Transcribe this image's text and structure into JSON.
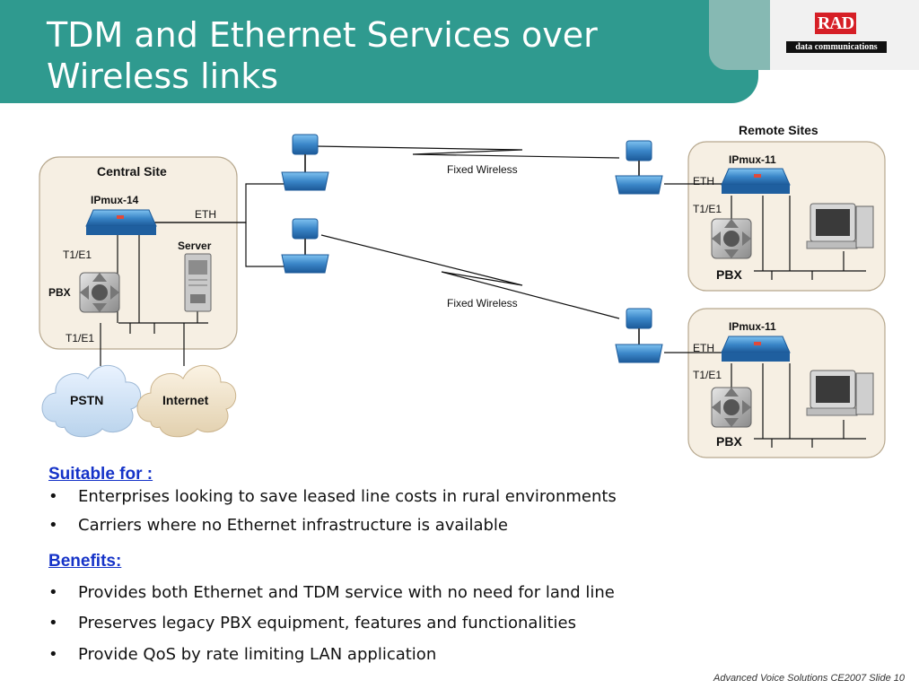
{
  "title": "TDM and Ethernet Services over Wireless links",
  "logo": {
    "brand": "RAD",
    "tagline": "data communications"
  },
  "diagram": {
    "central_site": "Central Site",
    "remote_sites": "Remote Sites",
    "ipmux14": "IPmux-14",
    "ipmux11": "IPmux-11",
    "eth": "ETH",
    "t1e1": "T1/E1",
    "server": "Server",
    "pbx": "PBX",
    "pstn": "PSTN",
    "internet": "Internet",
    "fixed_wireless": "Fixed Wireless"
  },
  "suitable": {
    "heading": "Suitable for :",
    "items": [
      "Enterprises looking to save leased line costs in rural environments",
      "Carriers where no Ethernet infrastructure is available"
    ]
  },
  "benefits": {
    "heading": "Benefits:",
    "items": [
      "Provides both Ethernet and TDM service with no need for land line",
      "Preserves legacy PBX equipment, features and functionalities",
      "Provide QoS by rate limiting LAN application"
    ]
  },
  "footer": "Advanced Voice Solutions  CE2007  Slide 10",
  "colors": {
    "header": "#2f9a8f",
    "site_box": "#f6efe3",
    "device_blue": "#3a86c8",
    "heading_link": "#1533c8"
  }
}
